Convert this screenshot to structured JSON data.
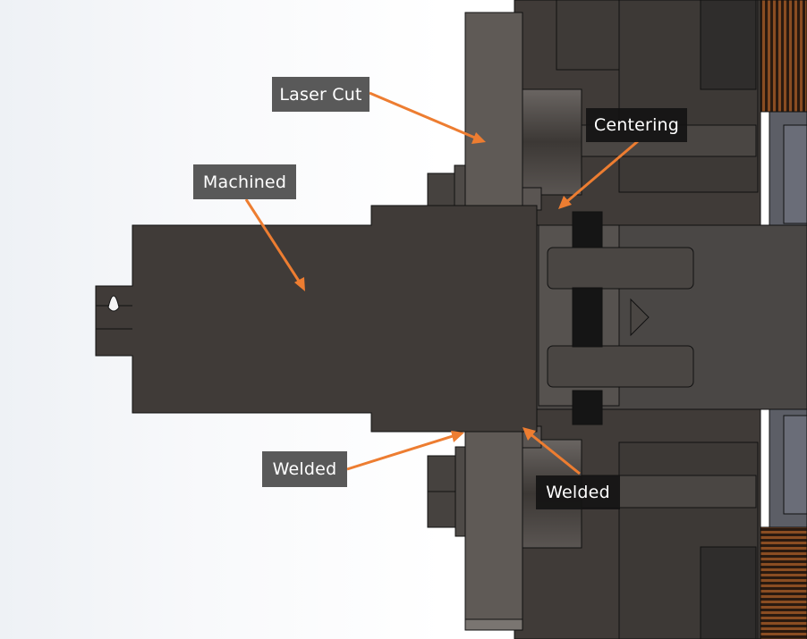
{
  "title": "Shaft assembly cross-section",
  "colors": {
    "arrow": "#ed7d31",
    "label_gray": "#595959",
    "label_dark": "#141414",
    "part": "#403b38",
    "plate": "#5f5a56"
  },
  "labels": {
    "laser_cut": "Laser Cut",
    "machined": "Machined",
    "centering": "Centering",
    "welded_left": "Welded",
    "welded_right": "Welded"
  }
}
